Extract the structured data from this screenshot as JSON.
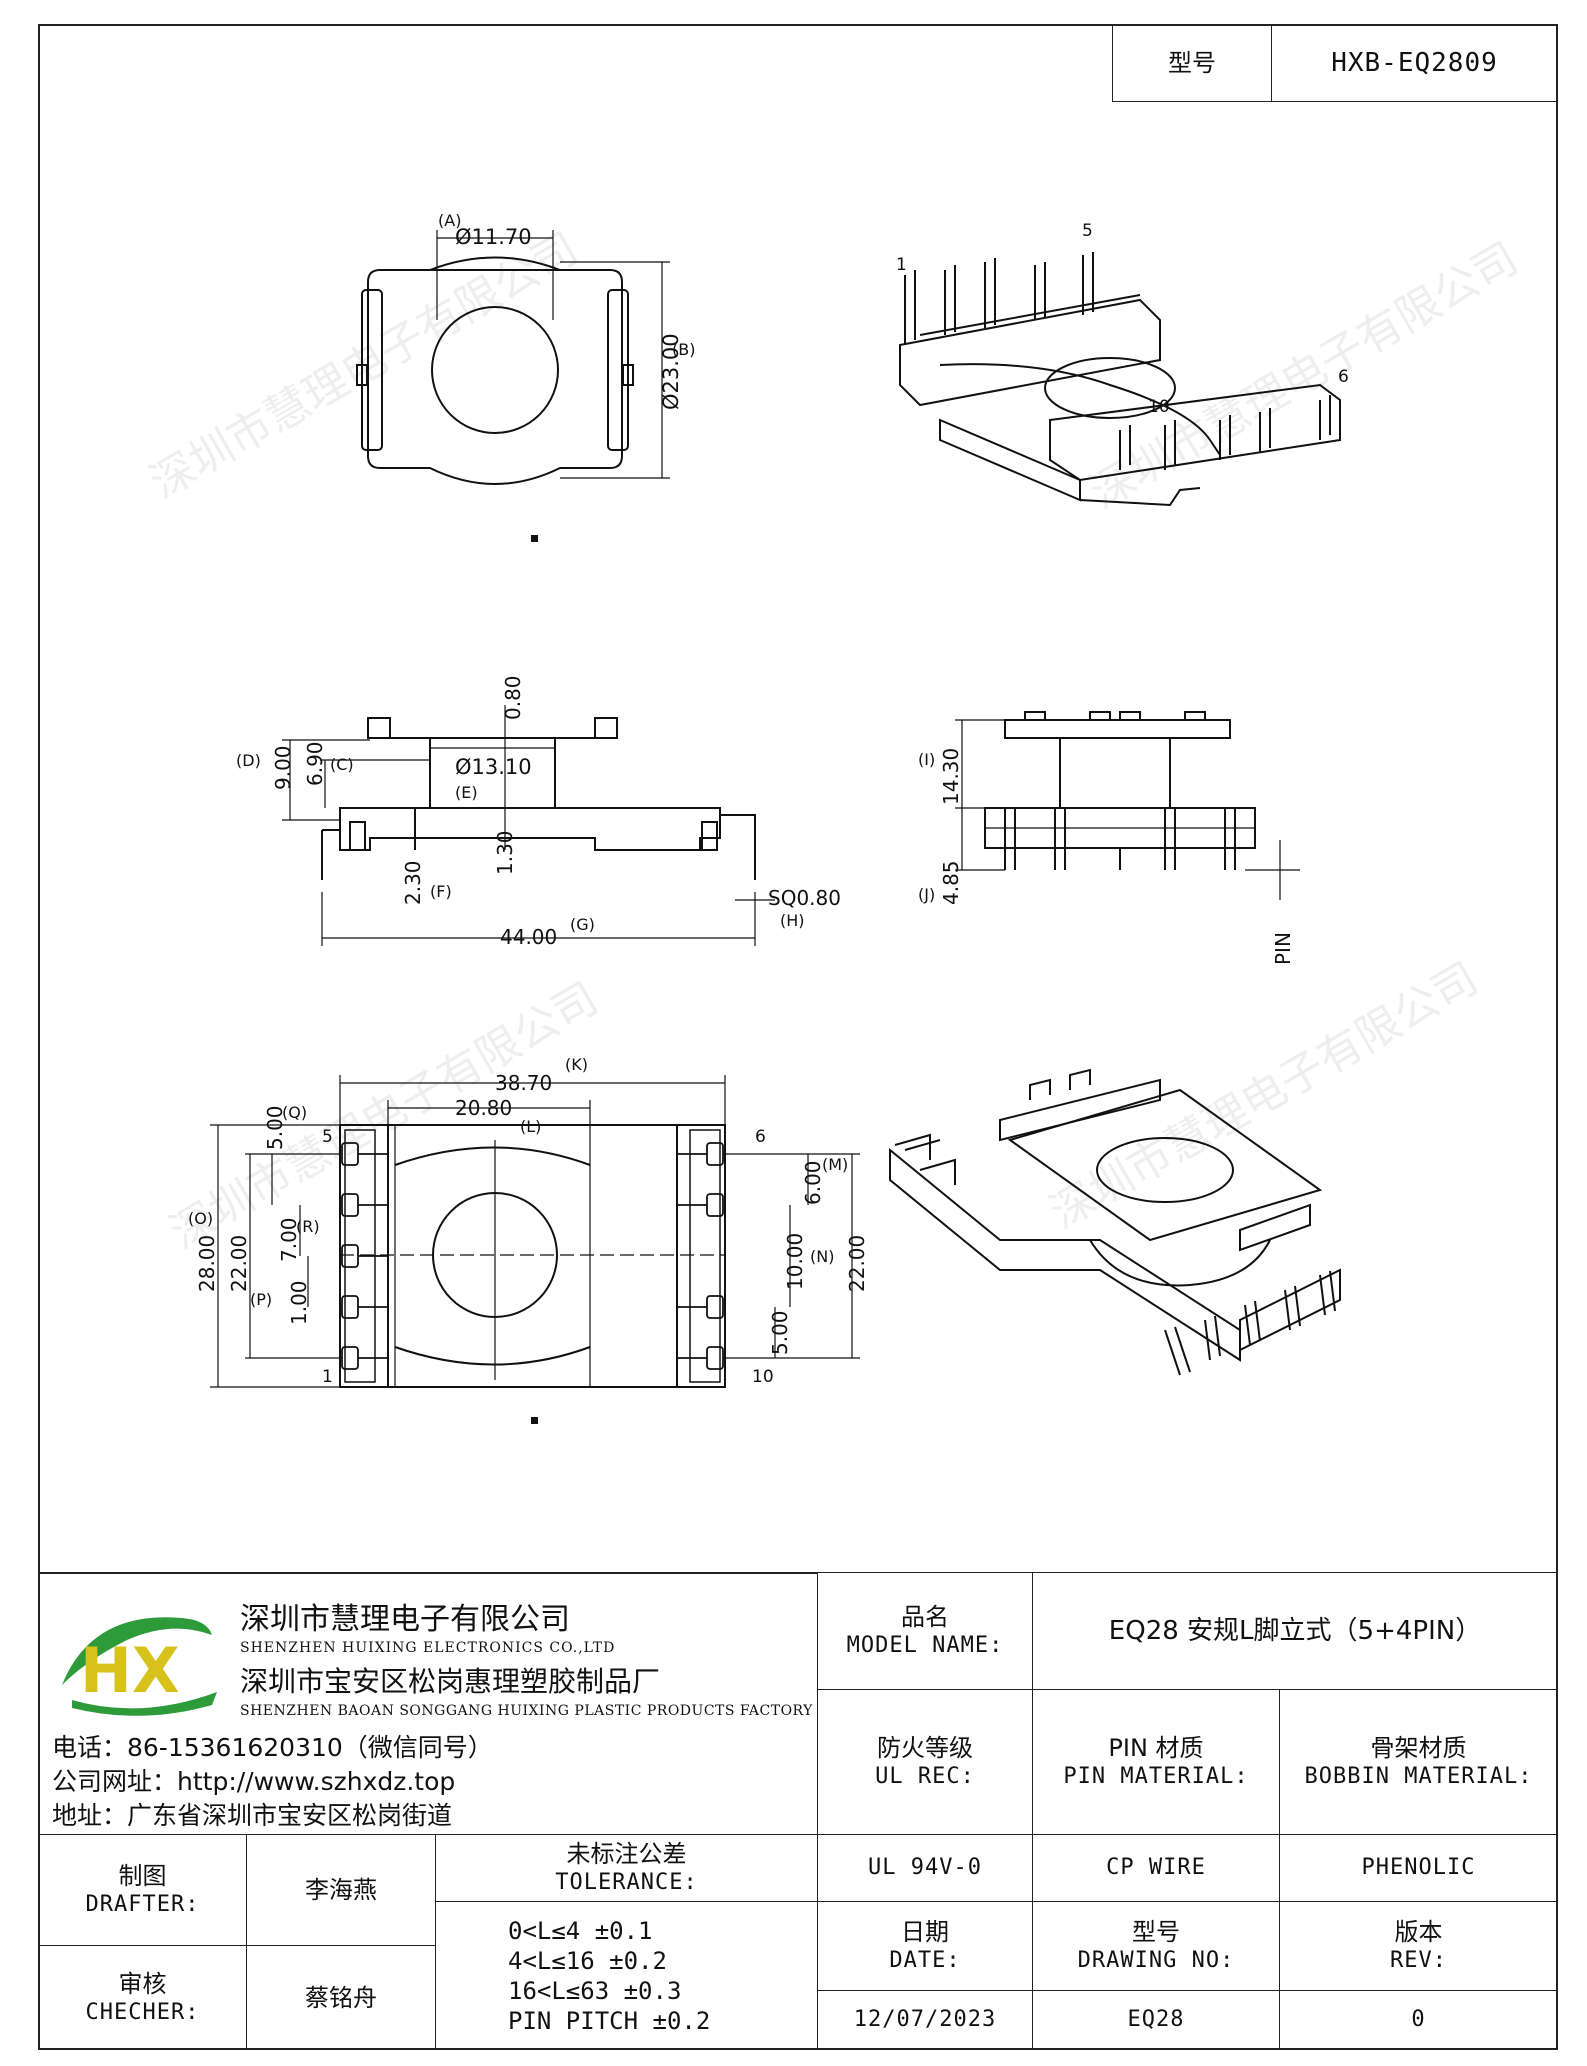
{
  "header": {
    "model_label": "型号",
    "model_value": "HXB-EQ2809"
  },
  "watermark": "深圳市慧理电子有限公司",
  "drawing": {
    "top_view": {
      "dia_a": "Ø11.70",
      "tag_a": "(A)",
      "dia_b": "Ø23.00",
      "tag_b": "(B)"
    },
    "iso_top": {
      "pin1": "1",
      "pin5": "5",
      "pin6": "6",
      "pin10": "10"
    },
    "side_view": {
      "dim_080": "0.80",
      "dim_690": "6.90",
      "tag_c": "(C)",
      "dim_900": "9.00",
      "tag_d": "(D)",
      "dia_e": "Ø13.10",
      "tag_e": "(E)",
      "dim_130": "1.30",
      "dim_230": "2.30",
      "tag_f": "(F)",
      "dim_4400": "44.00",
      "tag_g": "(G)",
      "sq": "SQ0.80",
      "tag_h": "(H)"
    },
    "front_view": {
      "tag_i": "(I)",
      "dim_1430": "14.30",
      "tag_j": "(J)",
      "dim_485": "4.85",
      "pin_label": "PIN"
    },
    "bottom_view": {
      "dim_3870": "38.70",
      "tag_k": "(K)",
      "dim_2080": "20.80",
      "tag_l": "(L)",
      "dim_500q": "5.00",
      "tag_q": "(Q)",
      "dim_700": "7.00",
      "tag_r": "(R)",
      "dim_100": "1.00",
      "tag_o": "(O)",
      "dim_2800": "28.00",
      "dim_2200l": "22.00",
      "tag_p": "(P)",
      "dim_600": "6.00",
      "tag_m": "(M)",
      "dim_1000": "10.00",
      "tag_n": "(N)",
      "dim_500b": "5.00",
      "dim_2200r": "22.00",
      "pin5": "5",
      "pin1": "1",
      "pin6": "6",
      "pin10": "10"
    }
  },
  "company": {
    "name_cn": "深圳市慧理电子有限公司",
    "name_en": "SHENZHEN HUIXING ELECTRONICS CO.,LTD",
    "factory_cn": "深圳市宝安区松岗惠理塑胶制品厂",
    "factory_en": "SHENZHEN BAOAN SONGGANG HUIXING PLASTIC PRODUCTS FACTORY",
    "phone": "电话：86-15361620310（微信同号）",
    "website": "公司网址：http://www.szhxdz.top",
    "address": "地址：广东省深圳市宝安区松岗街道",
    "logo_text": "HX"
  },
  "title_block": {
    "model_name_cn": "品名",
    "model_name_en": "MODEL NAME:",
    "model_name_value": "EQ28 安规L脚立式（5+4PIN）",
    "ul_cn": "防火等级",
    "ul_en": "UL REC:",
    "pin_mat_cn": "PIN 材质",
    "pin_mat_en": "PIN MATERIAL:",
    "bobbin_mat_cn": "骨架材质",
    "bobbin_mat_en": "BOBBIN MATERIAL:",
    "ul_value": "UL 94V-0",
    "pin_mat_value": "CP WIRE",
    "bobbin_mat_value": "PHENOLIC",
    "date_cn": "日期",
    "date_en": "DATE:",
    "drawing_no_cn": "型号",
    "drawing_no_en": "DRAWING NO:",
    "rev_cn": "版本",
    "rev_en": "REV:",
    "date_value": "12/07/2023",
    "drawing_no_value": "EQ28",
    "rev_value": "0",
    "drafter_cn": "制图",
    "drafter_en": "DRAFTER:",
    "drafter_value": "李海燕",
    "checker_cn": "审核",
    "checker_en": "CHECHER:",
    "checker_value": "蔡铭舟",
    "tolerance_cn": "未标注公差",
    "tolerance_en": "TOLERANCE:",
    "tolerance_rows": [
      "0<L≤4   ±0.1",
      "4<L≤16  ±0.2",
      "16<L≤63  ±0.3",
      "PIN PITCH  ±0.2"
    ]
  }
}
